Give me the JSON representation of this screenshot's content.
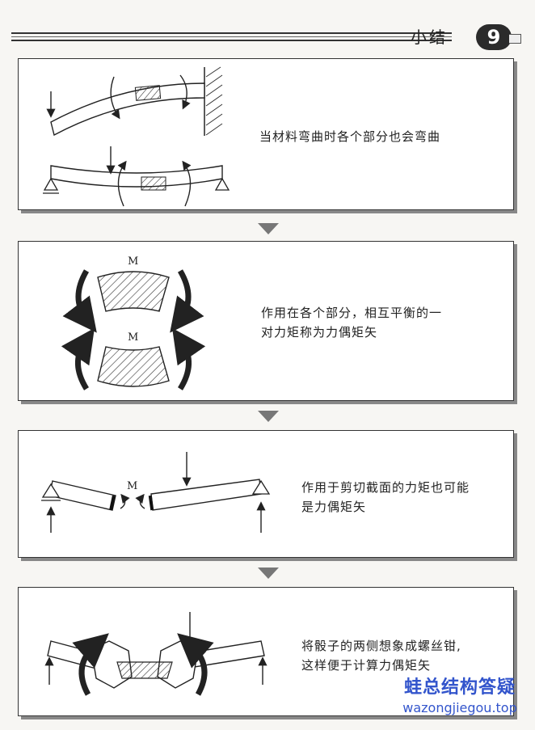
{
  "header": {
    "title": "小结",
    "badge": "9"
  },
  "panels": [
    {
      "caption": "当材料弯曲时各个部分也会弯曲"
    },
    {
      "caption_line1": "作用在各个部分，相互平衡的一",
      "caption_line2": "对力矩称为力偶矩矢",
      "label_top": "M",
      "label_bottom": "M"
    },
    {
      "caption_line1": "作用于剪切截面的力矩也可能",
      "caption_line2": "是力偶矩矢",
      "label": "M"
    },
    {
      "caption_line1": "将骰子的两侧想象成螺丝钳,",
      "caption_line2": "这样便于计算力偶矩矢"
    }
  ],
  "watermark": {
    "name": "蛙总结构答疑",
    "url": "wazongjiegou.top"
  },
  "colors": {
    "ink": "#222222",
    "panel_shadow": "#888888",
    "arrow_down": "#777777",
    "watermark": "#3355cc"
  }
}
